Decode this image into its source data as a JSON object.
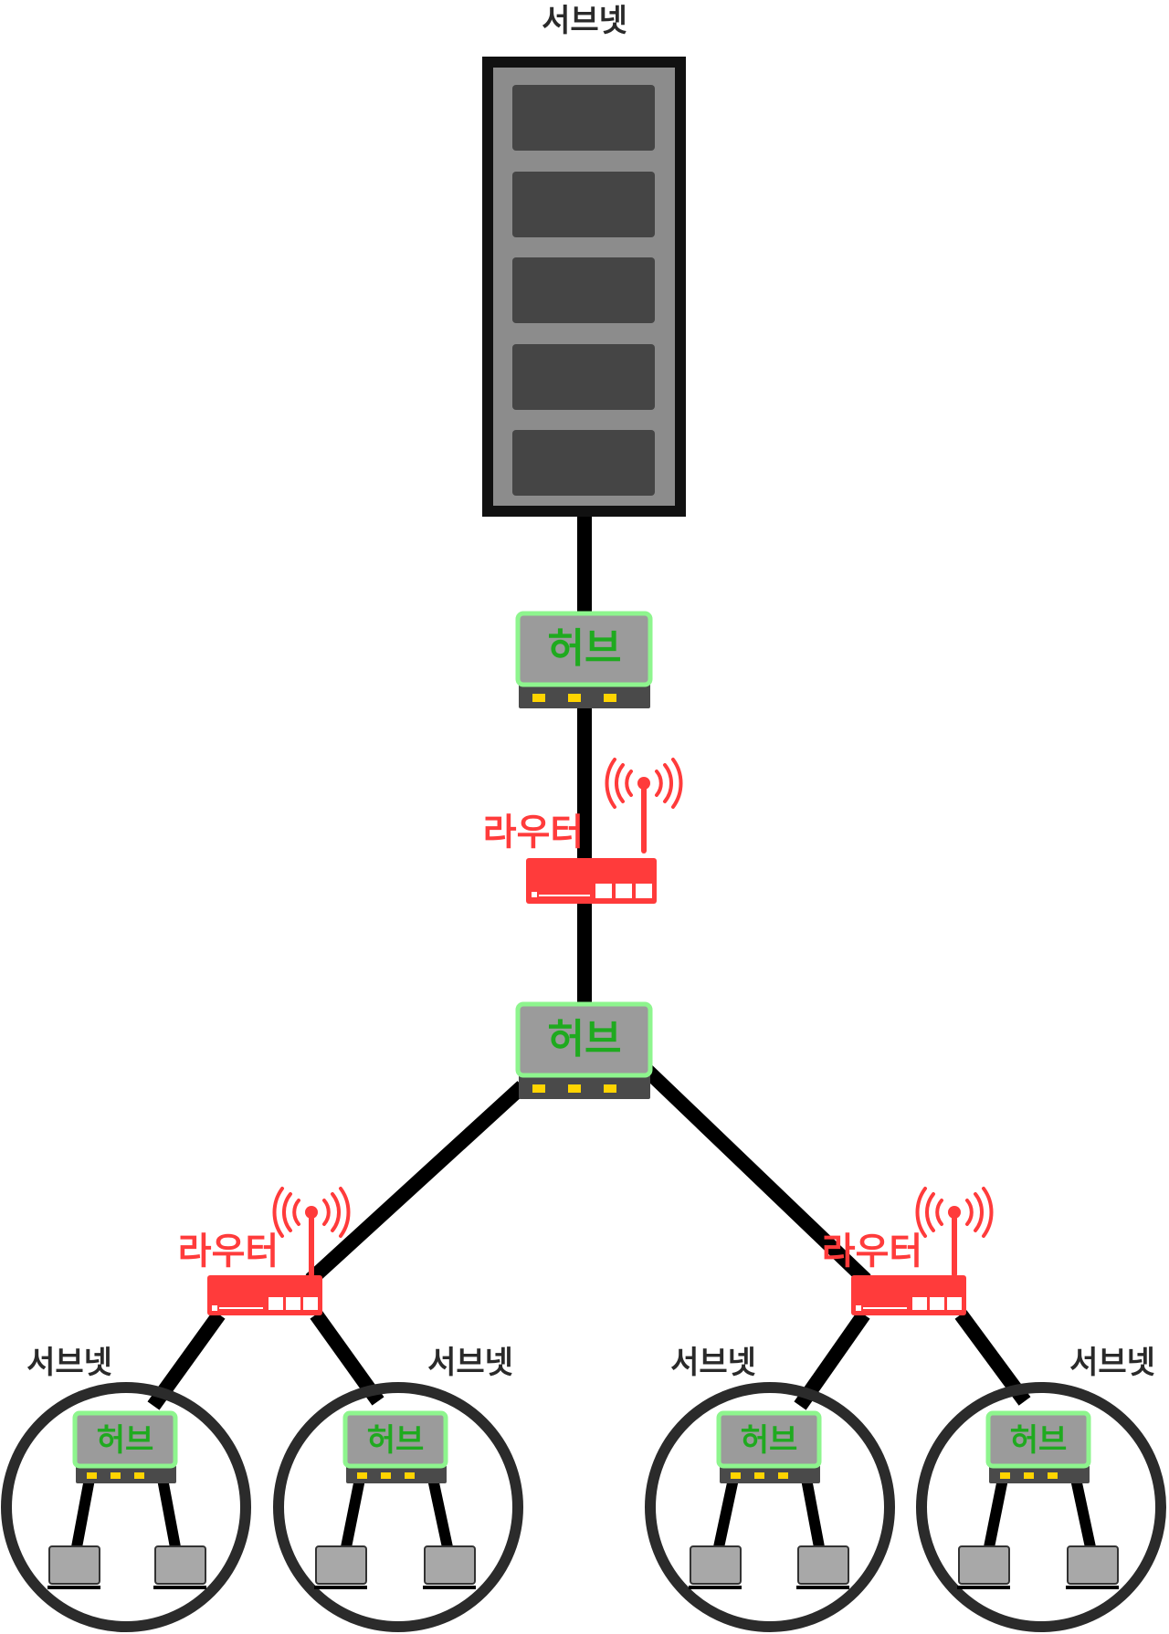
{
  "labels": {
    "subnet": "서브넷",
    "hub": "허브",
    "router": "라우터"
  },
  "colors": {
    "link": "#000000",
    "server_frame": "#111111",
    "server_body": "#8c8c8c",
    "server_slot": "#454545",
    "hub_border": "#8ef58e",
    "hub_face": "#9b9b9b",
    "hub_text": "#1faa1f",
    "hub_base": "#4a4a4a",
    "hub_port": "#ffd400",
    "router": "#ff3b3b",
    "subnet_ring": "#2b2b2b",
    "pc_screen": "#a8a8a8"
  },
  "structure": {
    "server_slots": 5,
    "subnets": [
      {
        "hub": "허브",
        "computers": 2
      },
      {
        "hub": "허브",
        "computers": 2
      },
      {
        "hub": "허브",
        "computers": 2
      },
      {
        "hub": "허브",
        "computers": 2
      }
    ]
  }
}
